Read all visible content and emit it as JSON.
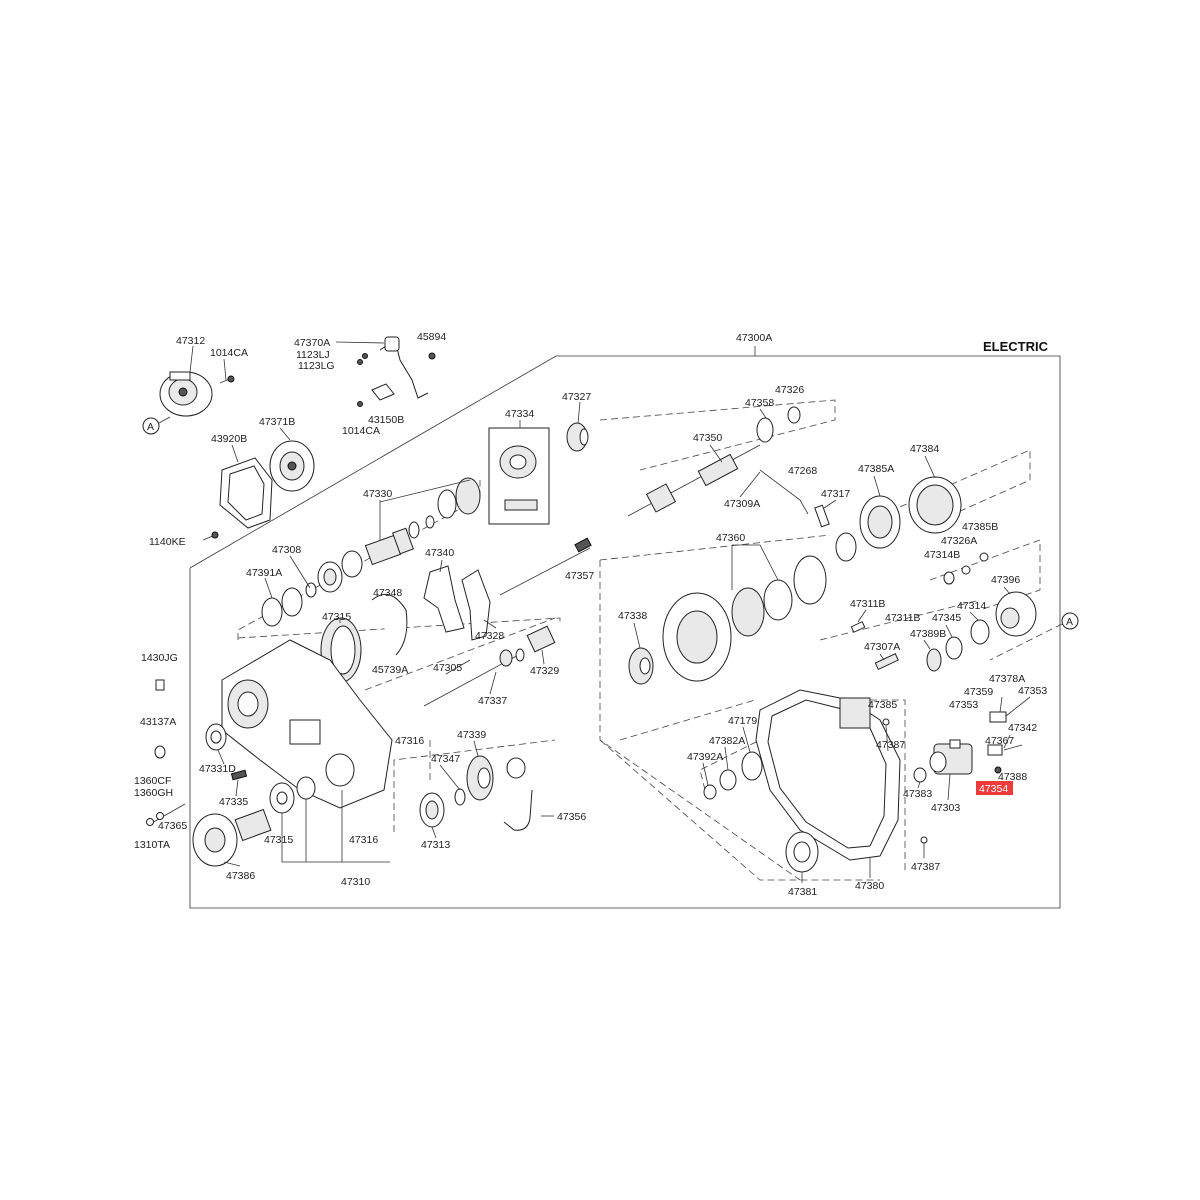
{
  "diagram": {
    "header": "ELECTRIC",
    "assembly_label": "47300A",
    "ref_marker": "A",
    "highlight_color": "#ee3b3b",
    "highlighted_part": "47354",
    "labels": [
      "47312",
      "1014CA",
      "47370A",
      "1123LJ",
      "1123LG",
      "45894",
      "43150B",
      "1014CA",
      "47371B",
      "43920B",
      "1140KE",
      "47334",
      "47327",
      "47330",
      "47308",
      "47391A",
      "47340",
      "47357",
      "47348",
      "47315",
      "47328",
      "45739A",
      "47305",
      "47337",
      "47329",
      "1430JG",
      "43137A",
      "1360CF",
      "1360GH",
      "47365",
      "1310TA",
      "47331D",
      "47335",
      "47316",
      "47347",
      "47339",
      "47356",
      "47313",
      "47315",
      "47316",
      "47310",
      "47386",
      "47326",
      "47358",
      "47350",
      "47268",
      "47317",
      "47309A",
      "47384",
      "47385A",
      "47385B",
      "47326A",
      "47314B",
      "47396",
      "47360",
      "47311B",
      "47314",
      "47345",
      "47389B",
      "47311B",
      "47307A",
      "47338",
      "47378A",
      "47353",
      "47359",
      "47353",
      "47342",
      "47385",
      "47387",
      "47179",
      "47382A",
      "47392A",
      "47367",
      "47388",
      "47383",
      "47303",
      "47381",
      "47380",
      "47387"
    ]
  }
}
